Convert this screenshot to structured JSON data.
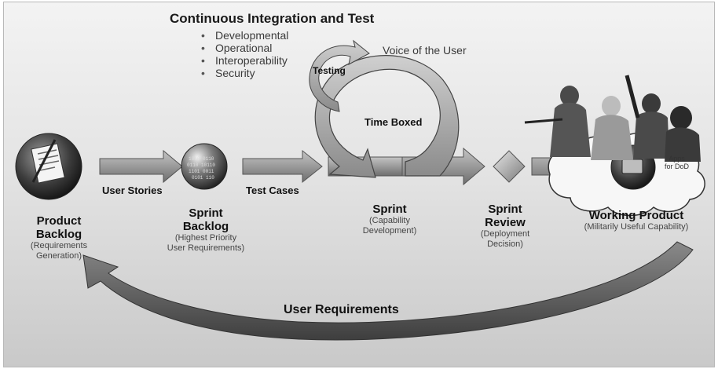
{
  "continuous_integration": {
    "title": "Continuous Integration and Test",
    "bullets": [
      "Developmental",
      "Operational",
      "Interoperability",
      "Security"
    ]
  },
  "loop": {
    "voice": "Voice of the User",
    "testing": "Testing",
    "time_boxed": "Time Boxed"
  },
  "arrows": {
    "user_stories": "User Stories",
    "test_cases": "Test Cases",
    "user_requirements": "User Requirements"
  },
  "stages": {
    "product_backlog": {
      "title_line1": "Product",
      "title_line2": "Backlog",
      "sub_line1": "(Requirements",
      "sub_line2": "Generation)"
    },
    "sprint_backlog": {
      "title_line1": "Sprint",
      "title_line2": "Backlog",
      "sub_line1": "(Highest Priority",
      "sub_line2": "User Requirements)"
    },
    "sprint": {
      "title": "Sprint",
      "sub_line1": "(Capability",
      "sub_line2": "Development)"
    },
    "sprint_review": {
      "title_line1": "Sprint",
      "title_line2": "Review",
      "sub_line1": "(Deployment",
      "sub_line2": "Decision)"
    },
    "working_product": {
      "title": "Working Product",
      "sub": "(Militarily Useful Capability)"
    }
  },
  "apps": {
    "line1": "Apps",
    "line2": "for DoD"
  }
}
